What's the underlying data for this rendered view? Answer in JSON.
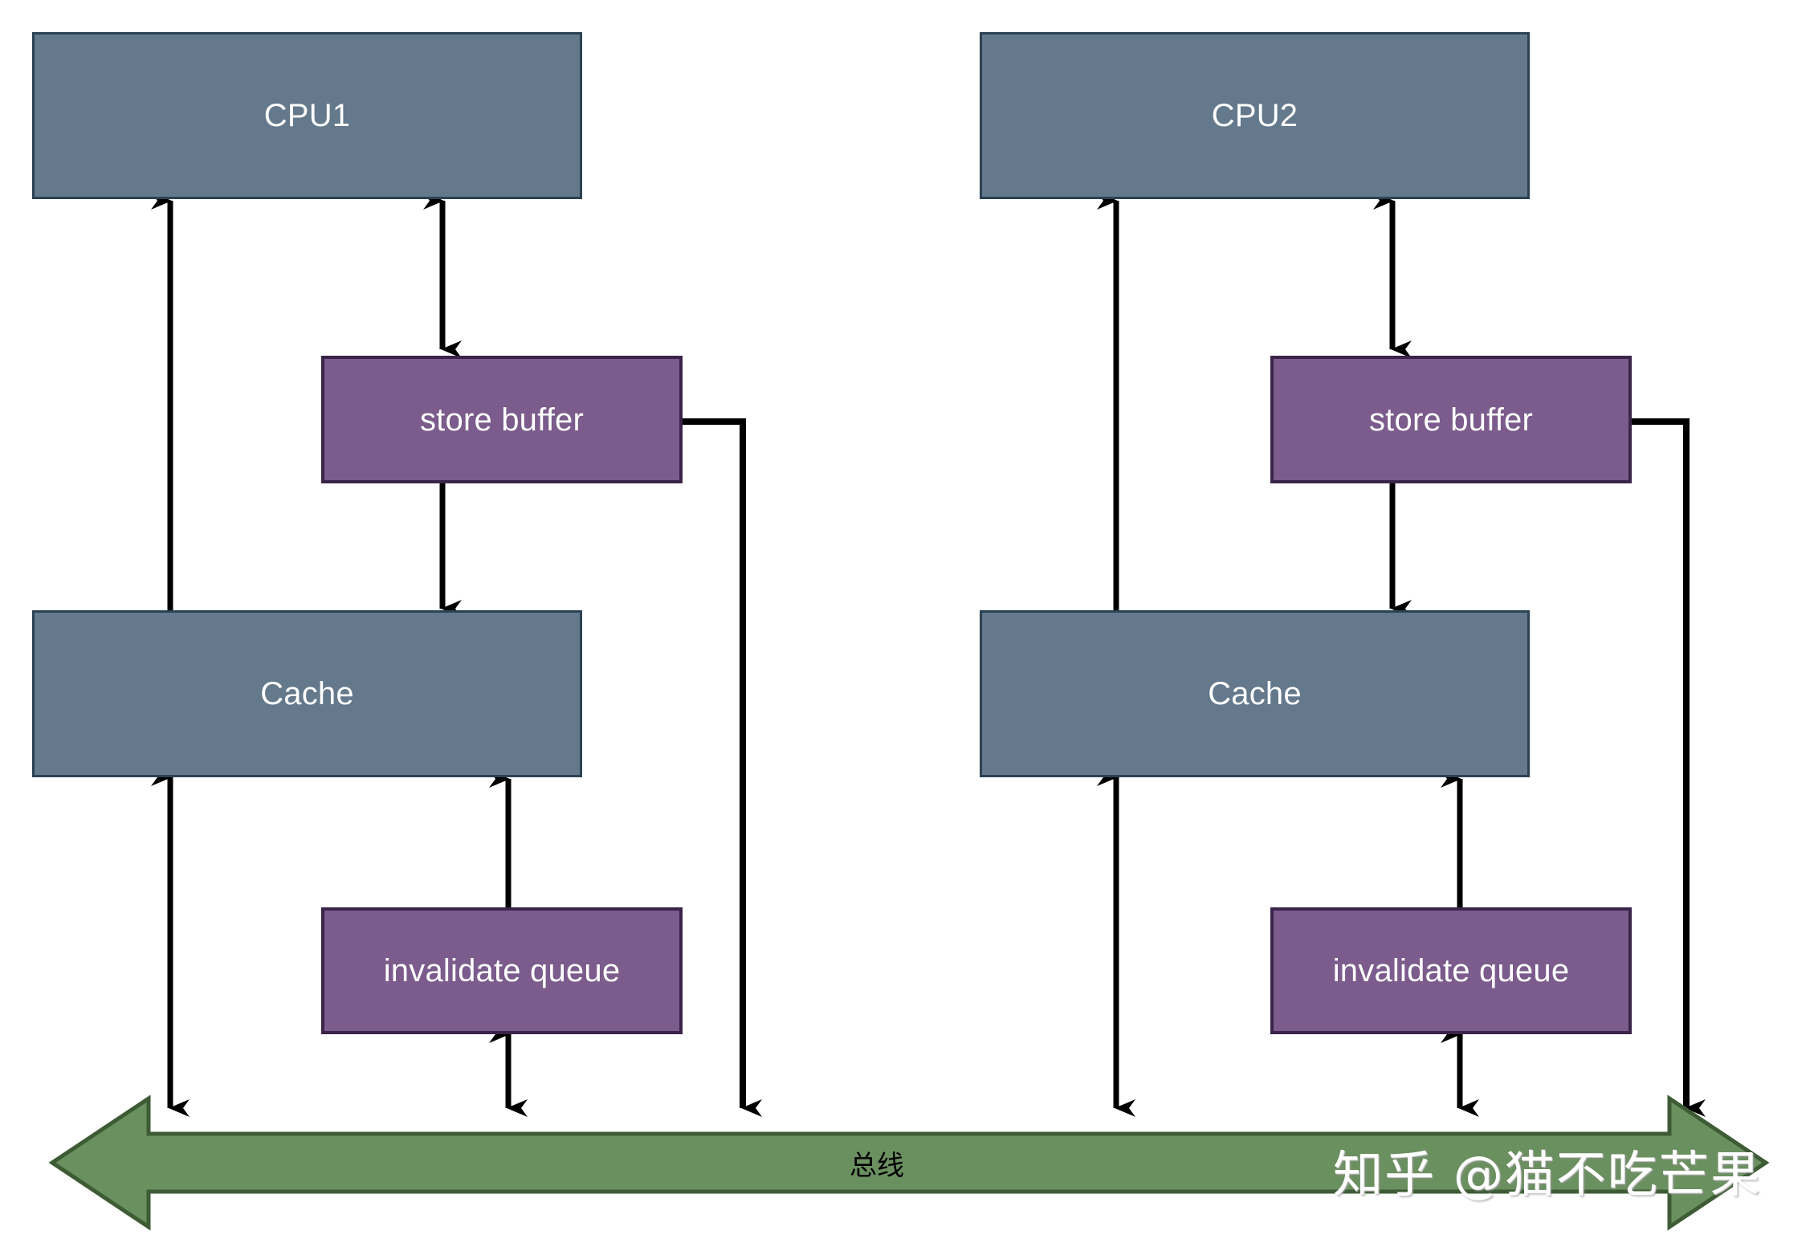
{
  "diagram": {
    "title": "CPU cache architecture with store buffer and invalidate queue",
    "colors": {
      "cpu_fill": "#64798c",
      "cpu_border": "#2b4254",
      "buffer_fill": "#7b5c8d",
      "buffer_border": "#3b2449",
      "bus_fill": "#6b9060",
      "bus_border": "#3d5c35",
      "arrow": "#000000",
      "background": "#ffffff",
      "node_text": "#ffffff",
      "bus_text": "#000000",
      "watermark_text": "#ffffff"
    },
    "groups": [
      {
        "id": "cpu1-group",
        "cpu": {
          "label": "CPU1"
        },
        "store_buffer": {
          "label": "store buffer"
        },
        "cache": {
          "label": "Cache"
        },
        "invalidate_queue": {
          "label": "invalidate queue"
        }
      },
      {
        "id": "cpu2-group",
        "cpu": {
          "label": "CPU2"
        },
        "store_buffer": {
          "label": "store buffer"
        },
        "cache": {
          "label": "Cache"
        },
        "invalidate_queue": {
          "label": "invalidate queue"
        }
      }
    ],
    "bus": {
      "label": "总线",
      "direction": "bidirectional"
    },
    "watermark": {
      "text": "知乎 @猫不吃芒果"
    }
  }
}
